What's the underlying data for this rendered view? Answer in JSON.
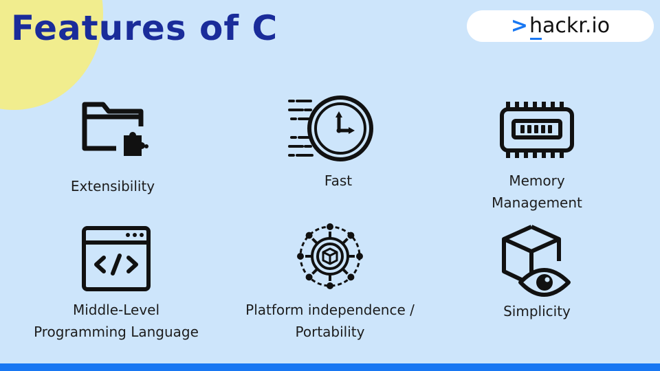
{
  "title": "Features of C",
  "logo": {
    "chevron": ">",
    "first": "h",
    "rest": "ackr.io"
  },
  "colors": {
    "background": "#cde5fb",
    "blob": "#f1ed8e",
    "title": "#1a2c9a",
    "accent": "#1877f2",
    "bottom_bar": "#1877f2",
    "icon": "#111111"
  },
  "features": [
    {
      "icon": "folder-puzzle-icon",
      "lines": [
        "Extensibility"
      ]
    },
    {
      "icon": "stopwatch-speed-icon",
      "lines": [
        "Fast"
      ]
    },
    {
      "icon": "memory-chip-icon",
      "lines": [
        "Memory",
        "Management"
      ]
    },
    {
      "icon": "code-window-icon",
      "lines": [
        "Middle-Level",
        "Programming Language"
      ]
    },
    {
      "icon": "network-cube-icon",
      "lines": [
        "Platform independence /",
        "Portability"
      ]
    },
    {
      "icon": "cube-eye-icon",
      "lines": [
        "Simplicity"
      ]
    }
  ]
}
